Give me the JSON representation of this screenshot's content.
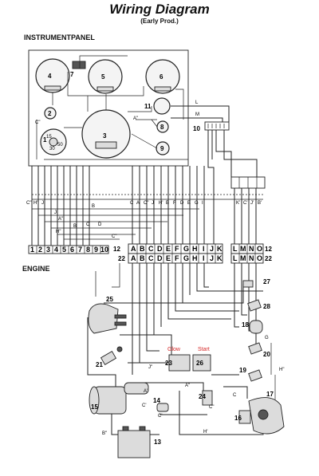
{
  "header": {
    "title": "Wiring Diagram",
    "subtitle": "(Early Prod.)"
  },
  "sections": {
    "panel": "INSTRUMENTPANEL",
    "engine": "ENGINE"
  },
  "component_numbers": {
    "c1": "1",
    "c2": "2",
    "c3": "3",
    "c4": "4",
    "c5": "5",
    "c6": "6",
    "c7": "7",
    "c8": "8",
    "c9": "9",
    "c10": "10",
    "c11": "11",
    "c12": "12",
    "c12b": "12",
    "c13": "13",
    "c14": "14",
    "c15": "15",
    "c16": "16",
    "c17": "17",
    "c18": "18",
    "c19": "19",
    "c20": "20",
    "c21": "21",
    "c22": "22",
    "c22b": "22",
    "c23": "23",
    "c24": "24",
    "c25": "25",
    "c26": "26",
    "c27": "27",
    "c28": "28"
  },
  "upper_strip": [
    "1",
    "2",
    "3",
    "4",
    "5",
    "6",
    "7",
    "8",
    "9",
    "10"
  ],
  "letter_strip": [
    "A",
    "B",
    "C",
    "D",
    "E",
    "F",
    "G",
    "H",
    "I",
    "J",
    "K"
  ],
  "right_strip": [
    "L",
    "M",
    "N",
    "O"
  ],
  "wire_labels": {
    "l_c2": "C\"",
    "l_h1": "H\"",
    "l_j1": "J",
    "l_c3": "C\"",
    "l_j2": "J",
    "l_h2": "H\"",
    "l_b1": "B",
    "l_c4": "C",
    "l_a1": "A",
    "l_c5": "C\"",
    "l_j3": "J",
    "l_h3": "H'",
    "l_b2": "B",
    "l_f": "F",
    "l_d": "D",
    "l_e": "E",
    "l_g": "G",
    "l_i": "I",
    "l_k1": "K'",
    "l_c6": "C'",
    "l_j4": "J'",
    "l_b3": "B'",
    "l_b4": "B",
    "l_j5": "J",
    "l_a2": "A\"",
    "l_h4": "H\"",
    "l_b5": "B",
    "l_c7": "C",
    "l_d2": "D",
    "l_c8": "C\"",
    "l_a3": "A\"",
    "l_l": "L",
    "l_m": "M",
    "l_c9": "C'",
    "l_j6": "J\"",
    "l_a4": "A\"",
    "l_a5": "A'",
    "l_h5": "H\"",
    "l_c10": "C'",
    "l_c11": "C'",
    "l_c12": "C\"",
    "l_b6": "B\"",
    "l_c13": "C",
    "l_h6": "H'",
    "l_s15": "15",
    "l_s30": "30",
    "l_s50": "50",
    "l_g2": "G"
  },
  "annotations": {
    "glow": "Glow",
    "start": "Start"
  }
}
